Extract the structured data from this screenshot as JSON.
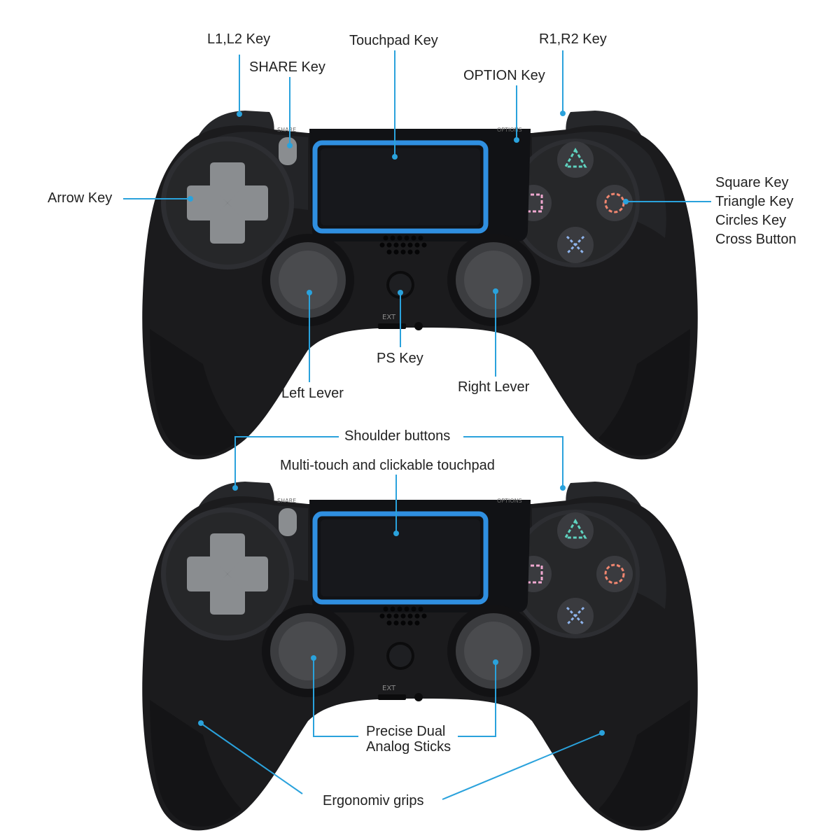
{
  "colors": {
    "background": "#ffffff",
    "leader_line": "#2aa2dc",
    "label_text": "#222222",
    "controller_body": "#1b1b1d",
    "controller_highlight": "#3a3b3f",
    "touchpad_border": "#2f8fe0",
    "touchpad_surface": "#15161a",
    "button_grey": "#8a8d90",
    "triangle_symbol": "#5fd3c0",
    "circle_symbol": "#f08670",
    "cross_symbol": "#8fb4ec",
    "square_symbol": "#f0a8d0"
  },
  "controller_panel_text": {
    "share": "SHARE",
    "options": "OPTIONS",
    "ext": "EXT"
  },
  "top_labels": {
    "l1_l2": "L1,L2 Key",
    "share": "SHARE Key",
    "touchpad": "Touchpad Key",
    "option": "OPTION Key",
    "r1_r2": "R1,R2 Key",
    "arrow": "Arrow Key",
    "face_buttons": [
      "Square Key",
      "Triangle Key",
      "Circles Key",
      "Cross Button"
    ],
    "left_lever": "Left Lever",
    "ps": "PS Key",
    "right_lever": "Right Lever"
  },
  "bottom_labels": {
    "shoulder": "Shoulder buttons",
    "touchpad": "Multi-touch and clickable touchpad",
    "sticks": [
      "Precise Dual",
      "Analog Sticks"
    ],
    "grips": "Ergonomiv grips"
  }
}
